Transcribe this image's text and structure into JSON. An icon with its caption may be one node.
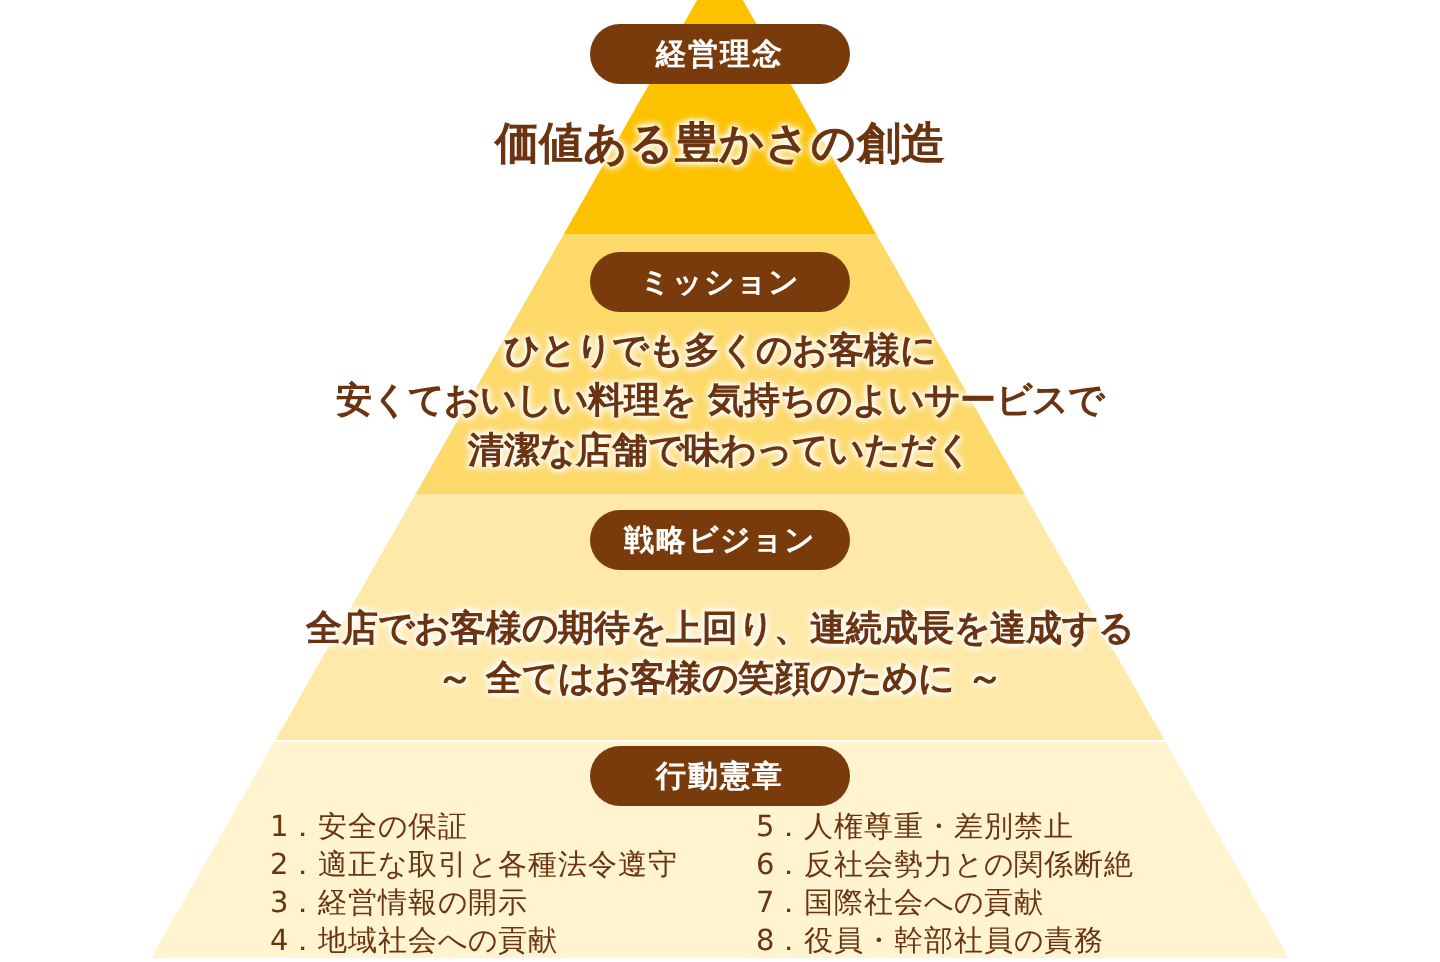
{
  "diagram": {
    "nodes": [
      {
        "text": [
          "経営理念",
          "価値ある豊かさの創造"
        ]
      },
      {
        "text": [
          "ミッション",
          "ひとりでも多くのお客様に安くておいしい料理を 気持ちのよいサービスで清潔な店舗で味わっていただく"
        ]
      },
      {
        "text": [
          "戦略ビジョン",
          "全店でお客様の期待を上回り、連続成長を達成する～ 全てはお客様の笑顔のために ～"
        ]
      },
      {
        "text": [
          "行動憲章",
          "1．安全の保証",
          "2．適正な取引と各種法令遵守",
          "3．経営情報の開示",
          "4．地域社会への貢献",
          "5．人権尊重・差別禁止",
          "6．反社会勢力との関係断絶",
          "7．国際社会への貢献",
          "8．役員・幹部社員の責務"
        ]
      }
    ]
  }
}
